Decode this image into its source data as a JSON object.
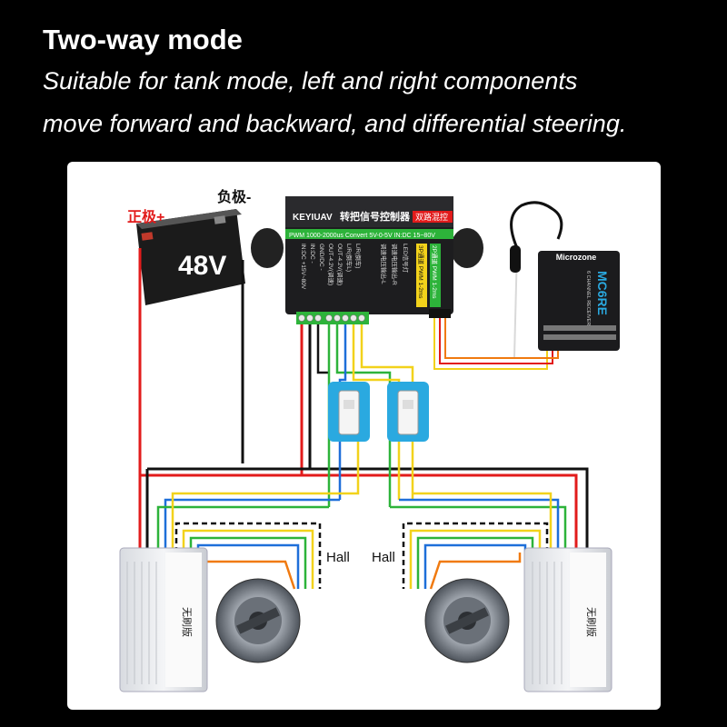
{
  "header": {
    "title": "Two-way mode",
    "subtitle_line1": "Suitable for tank mode, left and right components",
    "subtitle_line2": "move forward and backward, and differential steering."
  },
  "battery": {
    "voltage": "48V",
    "positive_label": "正极+",
    "negative_label": "负极-"
  },
  "controller": {
    "brand": "KEYIUAV",
    "name": "转把信号控制器",
    "mode_badge": "双路混控",
    "spec_line": "PWM 1000-2000us Convert 5V-0-5V   IN:DC 15~80V",
    "pins": [
      "IN:DC +15V~80V",
      "IN:DC -",
      "GND/DC -",
      "OUT-4.2V(调速)",
      "OUT-4.2V(调速)",
      "L/R(倒车L)",
      "L/R(倒车)"
    ],
    "notes": [
      "调速电压输出-L",
      "调速电压输出-R",
      "LED信号灯"
    ],
    "side_labels": [
      "3P通道 PWM 1-2ms",
      "2P通道 PWM 1-2ms"
    ]
  },
  "receiver": {
    "brand": "Microzone",
    "model": "MC6RE",
    "sub": "6 CHANNEL RECEIVER"
  },
  "hall_labels": [
    "Hall",
    "Hall"
  ],
  "esc_label": "无刷版",
  "colors": {
    "red": "#e21b1b",
    "black": "#111111",
    "yellow": "#f2d21b",
    "green": "#2db33a",
    "blue": "#1e6fd9",
    "orange": "#f07a10",
    "connector": "#2aa9e0"
  }
}
